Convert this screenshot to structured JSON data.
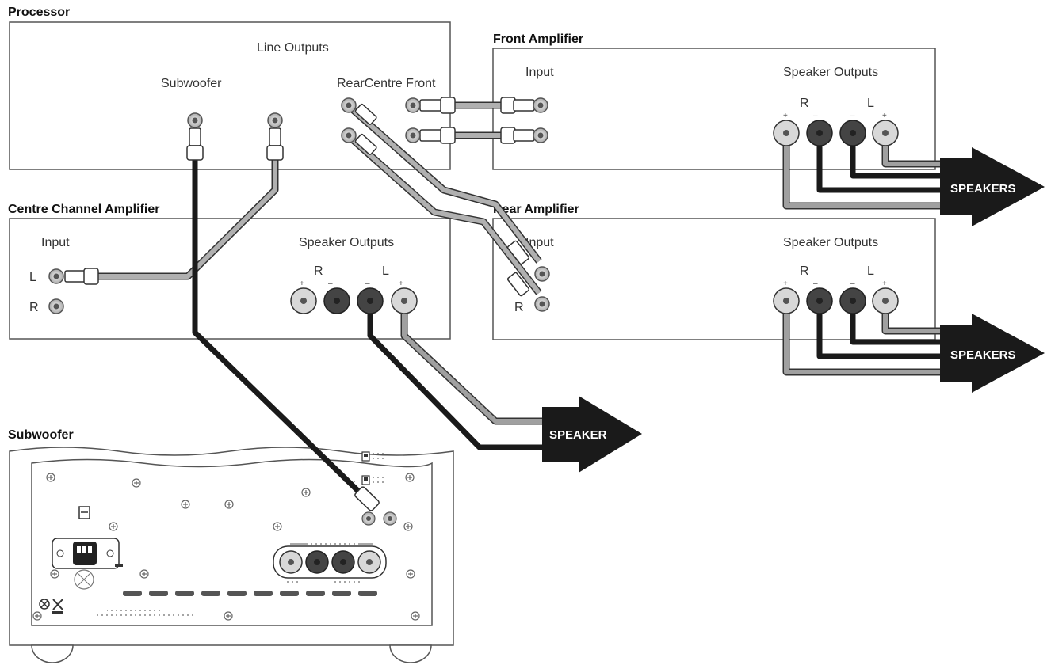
{
  "processor": {
    "title": "Processor",
    "line_outputs": "Line Outputs",
    "subwoofer": "Subwoofer",
    "rear_centre_front": "RearCentre Front"
  },
  "front_amp": {
    "title": "Front Amplifier",
    "input": "Input",
    "speaker_outputs": "Speaker Outputs",
    "r": "R",
    "l": "L",
    "plus": "+",
    "minus": "–",
    "arrow": "SPEAKERS"
  },
  "rear_amp": {
    "title": "Rear Amplifier",
    "input": "Input",
    "r": "R",
    "speaker_outputs": "Speaker Outputs",
    "spk_r": "R",
    "spk_l": "L",
    "plus": "+",
    "minus": "–",
    "arrow": "SPEAKERS"
  },
  "centre_amp": {
    "title": "Centre Channel Amplifier",
    "input": "Input",
    "in_l": "L",
    "in_r": "R",
    "speaker_outputs": "Speaker Outputs",
    "r": "R",
    "l": "L",
    "plus": "+",
    "minus": "–",
    "arrow": "SPEAKER"
  },
  "subwoofer": {
    "title": "Subwoofer"
  },
  "colors": {
    "black_cable": "#1a1a1a",
    "grey_cable": "#9a9a9a",
    "grey_terminal": "#d8d8d8",
    "dark_terminal": "#444444",
    "panel_border": "#555555"
  }
}
